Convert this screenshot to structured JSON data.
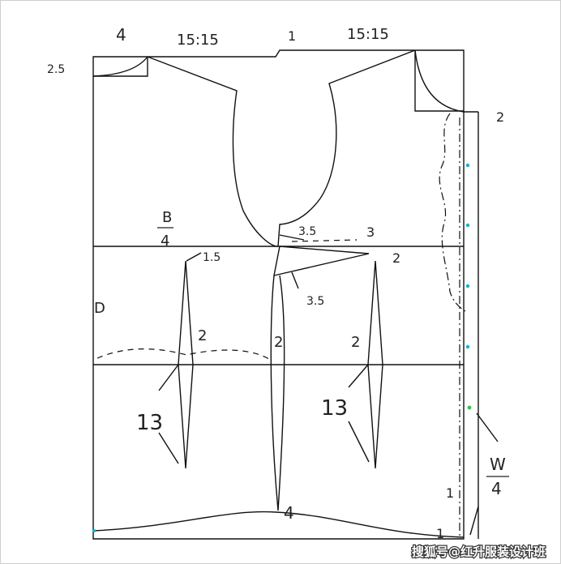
{
  "labels": {
    "top_mark": "1",
    "shoulder_left": "15:15",
    "shoulder_right": "15:15",
    "neck_left_corner": "2.5",
    "neck_left_top": "4",
    "right_side_2": "2",
    "bust_fraction_num": "B",
    "bust_fraction_den": "4",
    "bust_offset": "1.5",
    "armhole_3_5a": "3.5",
    "dart_top_3": "3",
    "dart_side_2": "2",
    "dart_bottom_3_5": "3.5",
    "circle_mark": "D",
    "left_dart_2": "2",
    "center_dart_2": "2",
    "right_dart_2": "2",
    "left_13": "13",
    "right_13": "13",
    "hem_4": "4",
    "waist_fraction_num": "W",
    "waist_fraction_den": "4",
    "hem_side_1": "1",
    "hem_side_1b": "1"
  },
  "watermark": "搜狐号@红升服装设计班",
  "colors": {
    "line": "#111111",
    "accent_dot": "#00b4d8",
    "green_dot": "#22cc44"
  }
}
